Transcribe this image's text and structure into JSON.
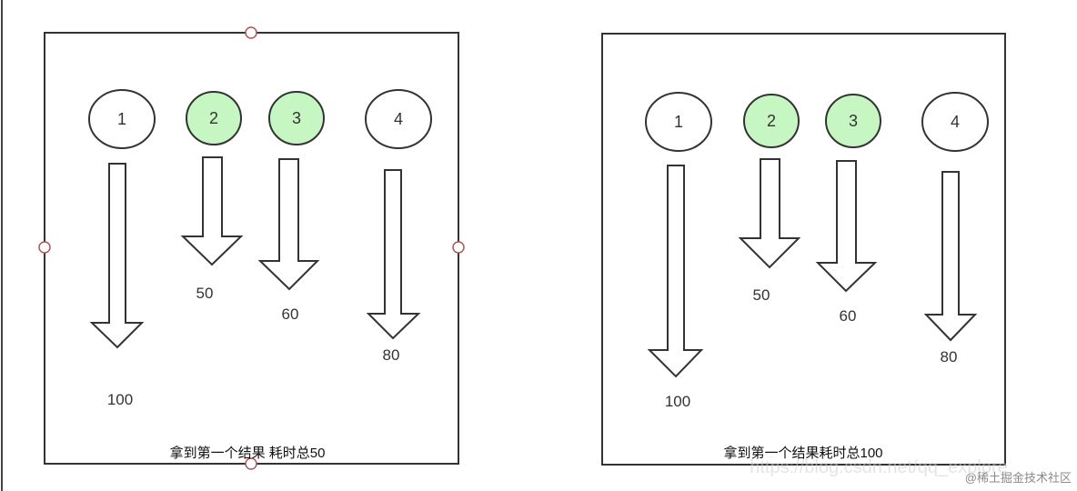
{
  "colors": {
    "frame": "#333333",
    "circle_plain": "#ffffff",
    "circle_highlight": "#c6f7c3",
    "handle": "#b05555",
    "text": "#333333"
  },
  "panels": [
    {
      "id": "left",
      "caption": "拿到第一个结果 耗时总50",
      "selected": true,
      "tasks": [
        {
          "label": "1",
          "highlight": false,
          "duration": "100"
        },
        {
          "label": "2",
          "highlight": true,
          "duration": "50"
        },
        {
          "label": "3",
          "highlight": true,
          "duration": "60"
        },
        {
          "label": "4",
          "highlight": false,
          "duration": "80"
        }
      ]
    },
    {
      "id": "right",
      "caption": "拿到第一个结果耗时总100",
      "selected": false,
      "tasks": [
        {
          "label": "1",
          "highlight": false,
          "duration": "100"
        },
        {
          "label": "2",
          "highlight": true,
          "duration": "50"
        },
        {
          "label": "3",
          "highlight": true,
          "duration": "60"
        },
        {
          "label": "4",
          "highlight": false,
          "duration": "80"
        }
      ]
    }
  ],
  "watermark": {
    "text": "@稀土掘金技术社区",
    "faint_text": "https://blog.csdn.net/qq_explore"
  }
}
